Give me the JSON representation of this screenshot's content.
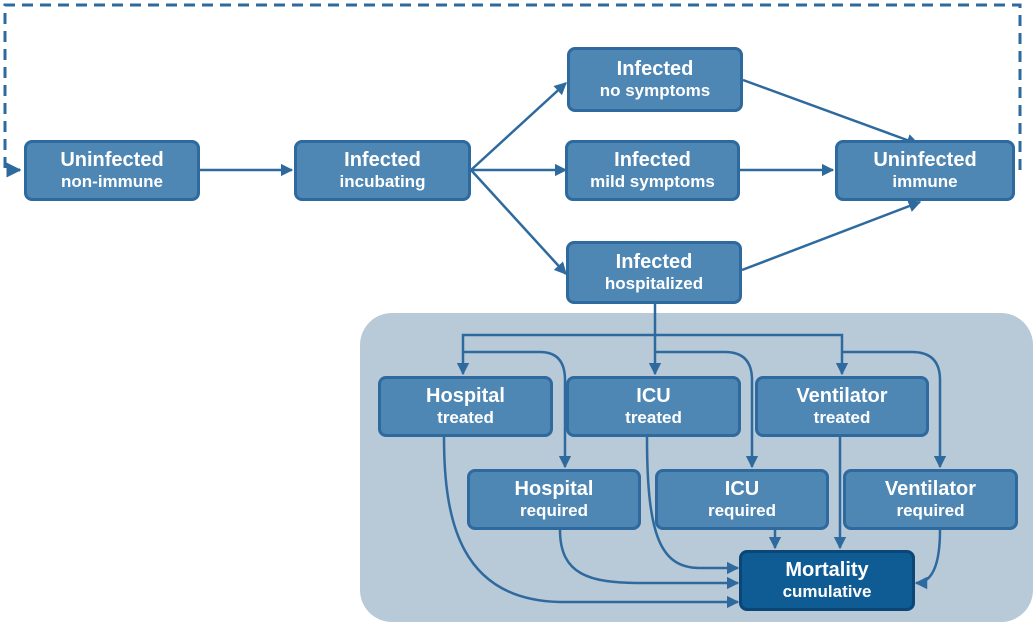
{
  "nodes": {
    "uninfected_non_immune": {
      "line1": "Uninfected",
      "line2": "non-immune"
    },
    "infected_incubating": {
      "line1": "Infected",
      "line2": "incubating"
    },
    "infected_no_symptoms": {
      "line1": "Infected",
      "line2": "no symptoms"
    },
    "infected_mild": {
      "line1": "Infected",
      "line2": "mild symptoms"
    },
    "infected_hospitalized": {
      "line1": "Infected",
      "line2": "hospitalized"
    },
    "uninfected_immune": {
      "line1": "Uninfected",
      "line2": "immune"
    },
    "hospital_treated": {
      "line1": "Hospital",
      "line2": "treated"
    },
    "icu_treated": {
      "line1": "ICU",
      "line2": "treated"
    },
    "ventilator_treated": {
      "line1": "Ventilator",
      "line2": "treated"
    },
    "hospital_required": {
      "line1": "Hospital",
      "line2": "required"
    },
    "icu_required": {
      "line1": "ICU",
      "line2": "required"
    },
    "ventilator_required": {
      "line1": "Ventilator",
      "line2": "required"
    },
    "mortality": {
      "line1": "Mortality",
      "line2": "cumulative"
    }
  },
  "colors": {
    "node_fill": "#4e86b4",
    "node_border": "#2e6a9e",
    "mortality_fill": "#0f5b94",
    "arrow": "#2e6a9e",
    "panel": "#b8c9d8",
    "loop_dashed": "#2e6a9e"
  }
}
